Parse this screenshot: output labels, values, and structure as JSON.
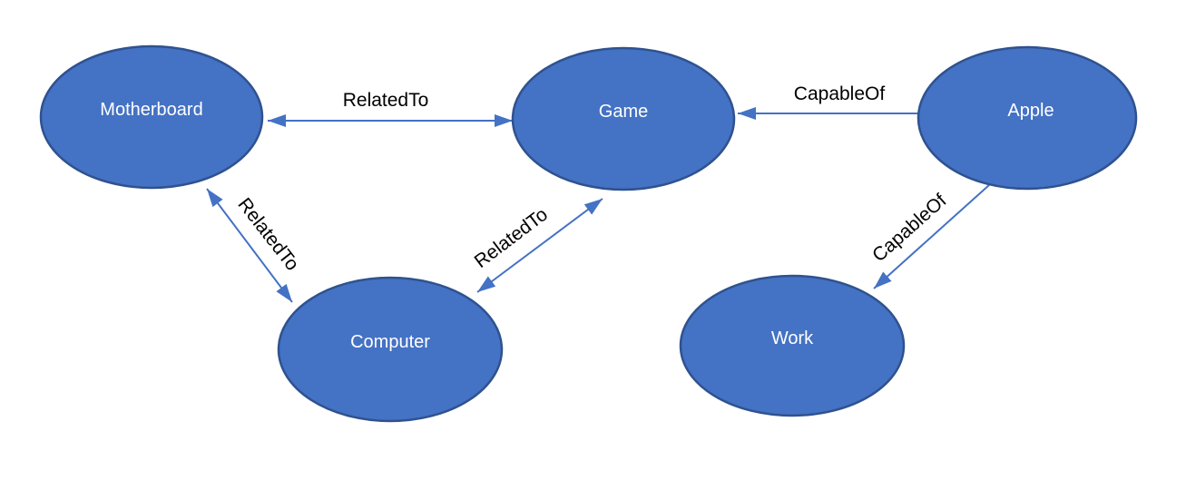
{
  "diagram": {
    "type": "concept-graph",
    "colors": {
      "background": "#ffffff",
      "node_fill": "#4472c4",
      "node_border": "#2f528f",
      "node_label": "#ffffff",
      "edge_line": "#4472c4",
      "edge_label": "#000000"
    },
    "nodes": [
      {
        "id": "motherboard",
        "label": "Motherboard"
      },
      {
        "id": "game",
        "label": "Game"
      },
      {
        "id": "apple",
        "label": "Apple"
      },
      {
        "id": "computer",
        "label": "Computer"
      },
      {
        "id": "work",
        "label": "Work"
      }
    ],
    "edges": [
      {
        "from": "Motherboard",
        "to": "Game",
        "label": "RelatedTo",
        "arrows": "both"
      },
      {
        "from": "Motherboard",
        "to": "Computer",
        "label": "RelatedTo",
        "arrows": "both"
      },
      {
        "from": "Computer",
        "to": "Game",
        "label": "RelatedTo",
        "arrows": "both"
      },
      {
        "from": "Apple",
        "to": "Game",
        "label": "CapableOf",
        "arrows": "to"
      },
      {
        "from": "Apple",
        "to": "Work",
        "label": "CapableOf",
        "arrows": "to"
      }
    ]
  }
}
